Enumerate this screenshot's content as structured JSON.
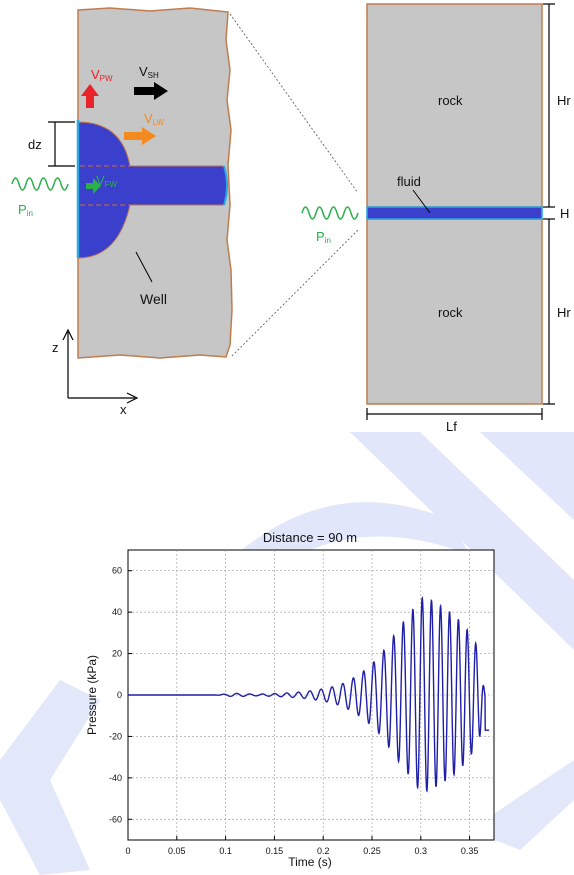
{
  "diagram": {
    "left_panel": {
      "labels": {
        "dz": "dz",
        "v_pw": "V",
        "v_pw_sub": "PW",
        "v_sh": "V",
        "v_sh_sub": "SH",
        "v_lw": "V",
        "v_lw_sub": "LW",
        "v_fw": "V",
        "v_fw_sub": "FW",
        "p_in": "P",
        "p_in_sub": "in",
        "well": "Well",
        "axis_z": "z",
        "axis_x": "x"
      }
    },
    "right_panel": {
      "labels": {
        "rock_top": "rock",
        "fluid": "fluid",
        "rock_bottom": "rock",
        "hr_top": "Hr",
        "hf": "H",
        "hr_bottom": "Hr",
        "lf": "Lf",
        "p_in": "P",
        "p_in_sub": "in"
      }
    },
    "colors": {
      "rock": "#c6c6c6",
      "rock_border": "#c07c4d",
      "fluid": "#3a3fcc",
      "fluid_edge": "#2aa8e0",
      "arrow_red": "#e8232a",
      "arrow_black": "#000000",
      "arrow_orange": "#f28a1f",
      "arrow_green": "#2bb04a",
      "wave_green": "#2bb04a"
    }
  },
  "chart_data": {
    "type": "line",
    "title": "Distance = 90 m",
    "xlabel": "Time (s)",
    "ylabel": "Pressure (kPa)",
    "xlim": [
      0,
      0.375
    ],
    "ylim": [
      -70,
      70
    ],
    "xticks": [
      0,
      0.05,
      0.1,
      0.15,
      0.2,
      0.25,
      0.3,
      0.35
    ],
    "xtick_labels": [
      "0",
      "0.05",
      "0.1",
      "0.15",
      "0.2",
      "0.25",
      "0.3",
      "0.35"
    ],
    "yticks": [
      60,
      40,
      20,
      0,
      -20,
      -40,
      -60
    ],
    "ytick_labels": [
      "60",
      "40",
      "20",
      "0",
      "-20",
      "-40",
      "-60"
    ],
    "grid": true,
    "series": [
      {
        "color": "#1f1fa8",
        "x": [
          0,
          0.09,
          0.1,
          0.11,
          0.12,
          0.13,
          0.14,
          0.15,
          0.16,
          0.17,
          0.18,
          0.19,
          0.2,
          0.21,
          0.22,
          0.23,
          0.24,
          0.25,
          0.26,
          0.27,
          0.28,
          0.29,
          0.3,
          0.31,
          0.32,
          0.33,
          0.34,
          0.35,
          0.36,
          0.37
        ],
        "y": [
          0,
          0,
          0.5,
          0.8,
          0.6,
          0.4,
          0.5,
          0.7,
          0.9,
          1.2,
          1.6,
          2.2,
          3,
          4,
          5.5,
          8,
          11,
          15,
          20,
          27,
          34,
          40,
          47,
          46,
          43,
          40,
          36,
          30,
          22,
          -17
        ]
      }
    ]
  },
  "watermark": {
    "color": "#dfe4fa"
  }
}
